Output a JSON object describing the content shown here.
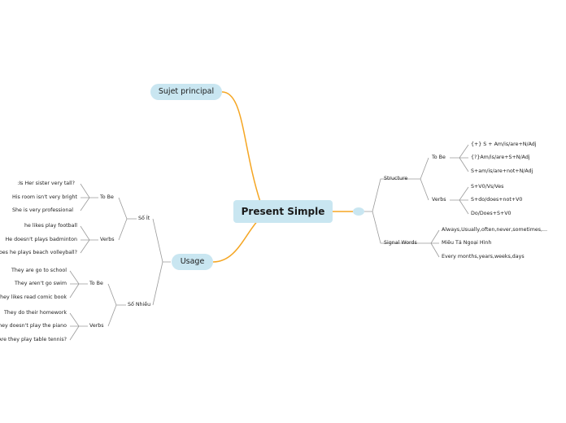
{
  "central": "Present Simple",
  "left": {
    "sujet": "Sujet principal",
    "usage": {
      "label": "Usage",
      "so_it": {
        "label": "Số Ít",
        "to_be": {
          "label": "To Be",
          "items": [
            ":Is Her sister  very tall?",
            "His room isn't very bright",
            "She is very professional"
          ]
        },
        "verbs": {
          "label": "Verbs",
          "items": [
            "he likes play football",
            "He doesn't plays badminton",
            "Does he plays beach volleyball?"
          ]
        }
      },
      "so_nhieu": {
        "label": "Số Nhiều",
        "to_be": {
          "label": "To Be",
          "items": [
            "They are go to school",
            "They aren't go swim",
            "They likes read comic book"
          ]
        },
        "verbs": {
          "label": "Verbs",
          "items": [
            "They do their homework",
            "They doesn't play the piano",
            "Are they play table tennis?"
          ]
        }
      }
    }
  },
  "right": {
    "structure": {
      "label": "Structure",
      "to_be": {
        "label": "To Be",
        "items": [
          "{+} S + Am/is/are+N/Adj",
          "{?}Am/is/are+S+N/Adj",
          "S+am/is/are+not+N/Adj"
        ]
      },
      "verbs": {
        "label": "Verbs",
        "items": [
          "S+V0/Vs/Ves",
          "S+do/does+not+V0",
          "Do/Does+S+V0"
        ]
      }
    },
    "signal": {
      "label": "Signal Words",
      "items": [
        "Always,Usually,often,never,sometimes,...",
        "Miêu Tả Ngoại Hình",
        "Every months,years,weeks,days"
      ]
    }
  },
  "colors": {
    "main_branch": "#f5a623",
    "sub_branch": "#9a9a9a",
    "node_fill": "#c9e6f1"
  }
}
